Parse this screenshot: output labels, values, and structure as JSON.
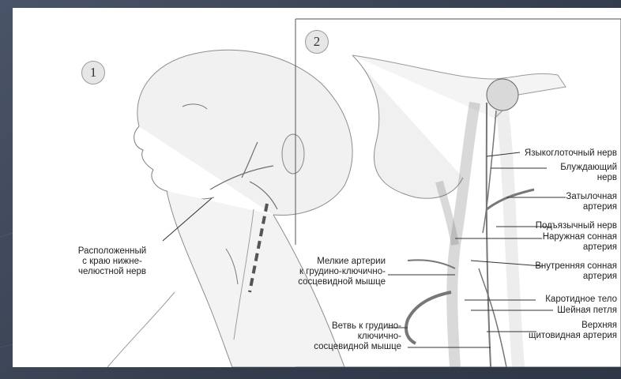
{
  "panels": [
    {
      "number": "1"
    },
    {
      "number": "2"
    }
  ],
  "labels": {
    "mandibular_nerve": [
      "Расположенный",
      "с краю нижне-",
      "челюстной нерв"
    ],
    "glossopharyngeal": [
      "Языкоглоточный нерв"
    ],
    "vagus": [
      "Блуждающий",
      "нерв"
    ],
    "occipital_artery": [
      "Затылочная",
      "артерия"
    ],
    "hypoglossal": [
      "Подъязычный нерв"
    ],
    "external_carotid": [
      "Наружная сонная",
      "артерия"
    ],
    "internal_carotid": [
      "Внутренняя сонная",
      "артерия"
    ],
    "carotid_body": [
      "Каротидное тело"
    ],
    "ansa_cervicalis": [
      "Шейная петля"
    ],
    "superior_thyroid": [
      "Верхняя",
      "щитовидная артерия"
    ],
    "small_arteries_scm": [
      "Мелкие артерии",
      "к грудино-ключично-",
      "сосцевидной мышце"
    ],
    "branch_scm": [
      "Ветвь к грудино-",
      "ключично-",
      "сосцевидной мышце"
    ]
  }
}
